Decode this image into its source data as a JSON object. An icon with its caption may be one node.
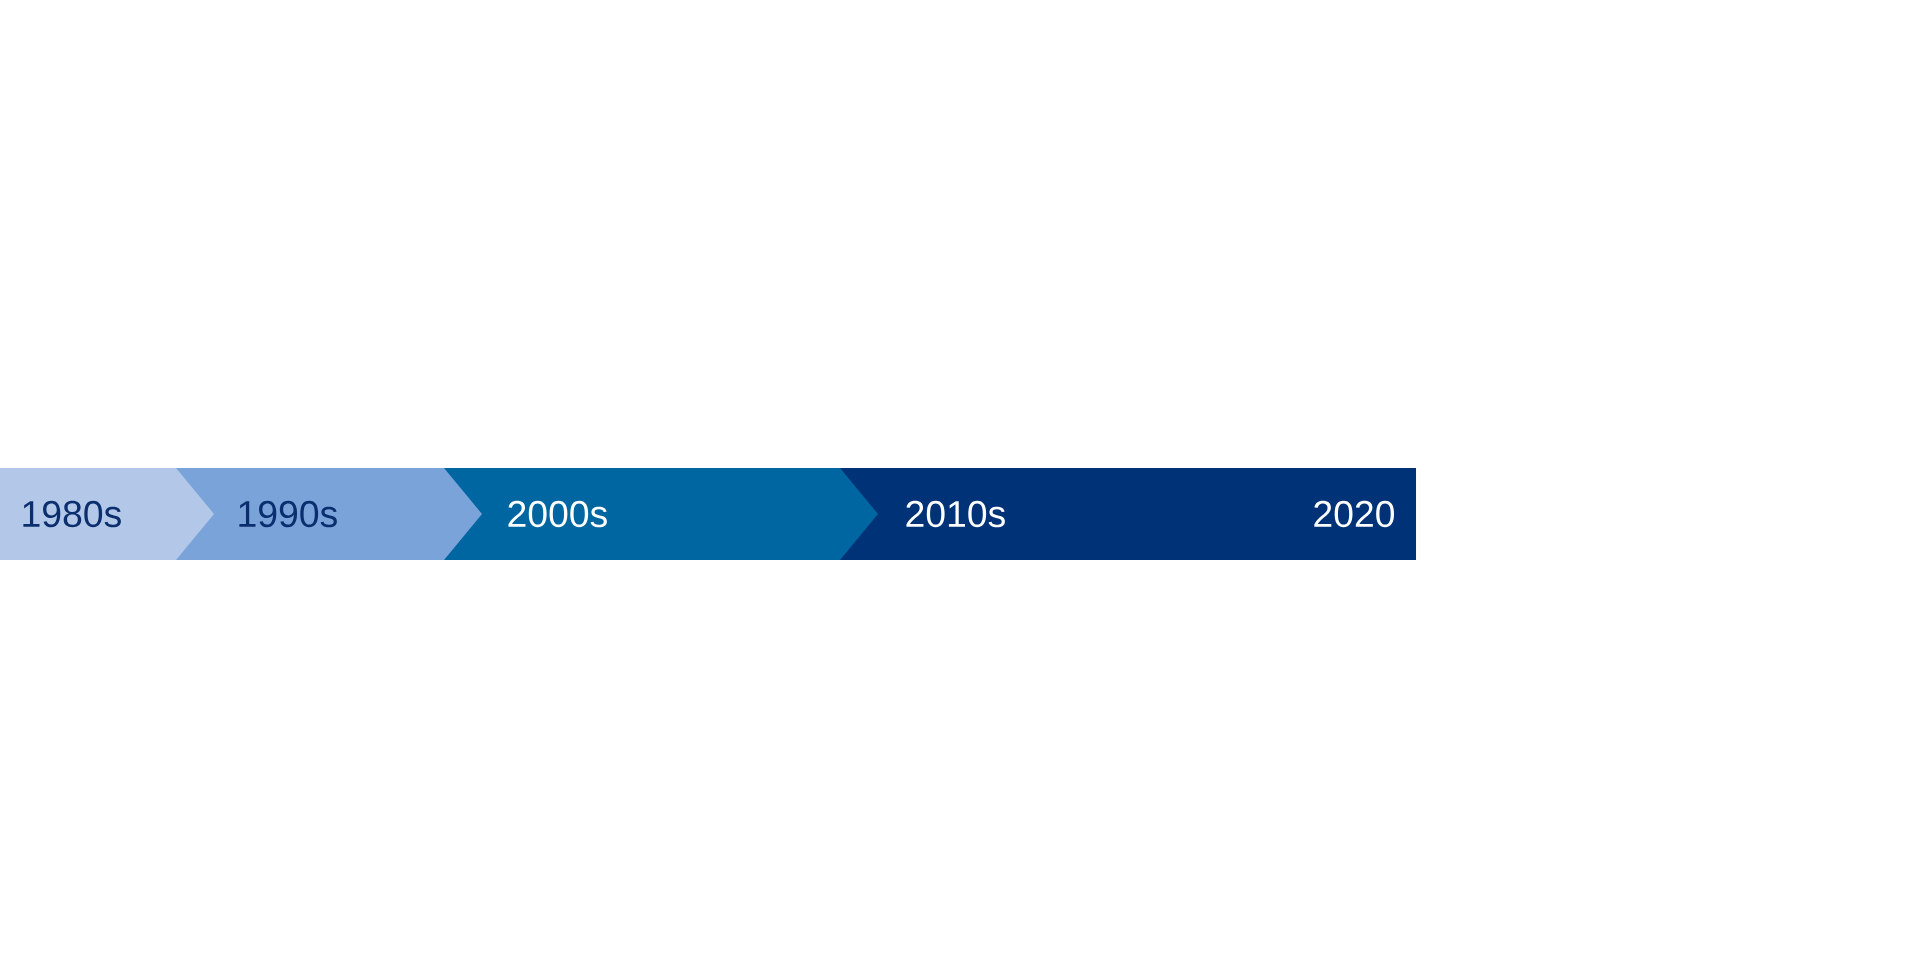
{
  "diagram": {
    "nodes": [
      {
        "text": [
          "1980s"
        ]
      },
      {
        "text": [
          "1990s"
        ]
      },
      {
        "text": [
          "2000s"
        ]
      },
      {
        "text": [
          "2010s",
          "2020"
        ]
      }
    ]
  }
}
